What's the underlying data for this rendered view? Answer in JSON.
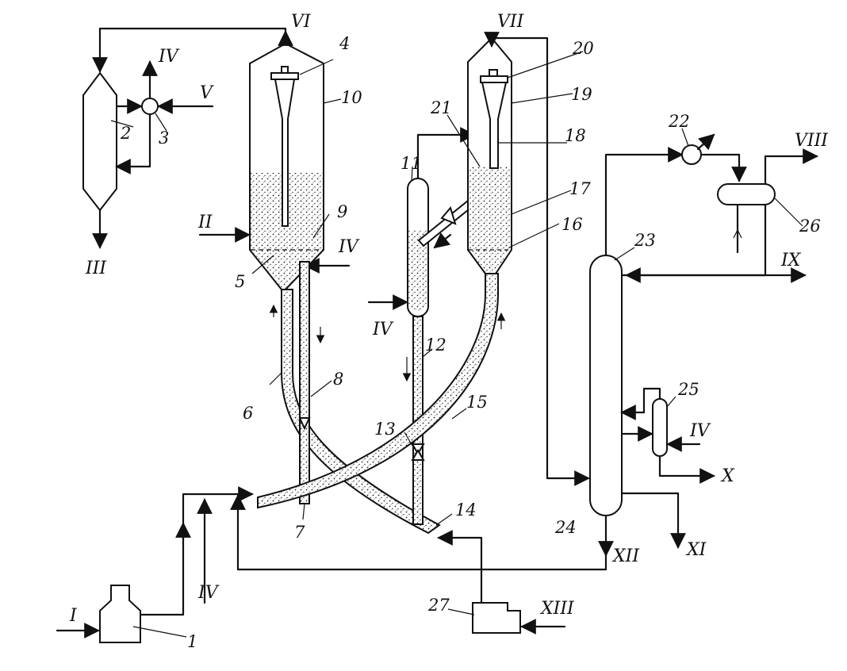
{
  "diagram": {
    "numbers": {
      "n1": "1",
      "n2": "2",
      "n3": "3",
      "n4": "4",
      "n5": "5",
      "n6": "6",
      "n7": "7",
      "n8": "8",
      "n9": "9",
      "n10": "10",
      "n11": "11",
      "n12": "12",
      "n13": "13",
      "n14": "14",
      "n15": "15",
      "n16": "16",
      "n17": "17",
      "n18": "18",
      "n19": "19",
      "n20": "20",
      "n21": "21",
      "n22": "22",
      "n23": "23",
      "n24": "24",
      "n25": "25",
      "n26": "26",
      "n27": "27"
    },
    "streams": {
      "I": "I",
      "II": "II",
      "III": "III",
      "IV": "IV",
      "V": "V",
      "VI": "VI",
      "VII": "VII",
      "VIII": "VIII",
      "IX": "IX",
      "X": "X",
      "XI": "XI",
      "XII": "XII",
      "XIII": "XIII"
    }
  }
}
